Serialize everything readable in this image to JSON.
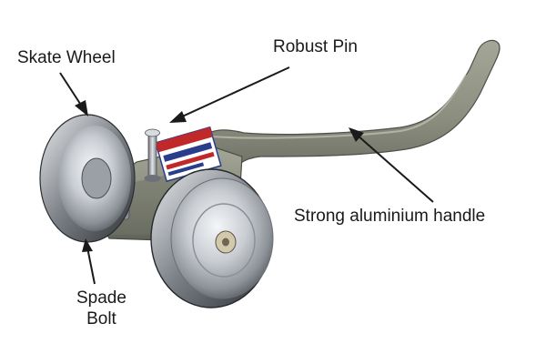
{
  "labels": {
    "skate_wheel": "Skate Wheel",
    "robust_pin": "Robust Pin",
    "handle": "Strong aluminium handle",
    "spade_bolt_line1": "Spade",
    "spade_bolt_line2": "Bolt"
  },
  "colors": {
    "background": "#ffffff",
    "aluminium": "#8c8f80",
    "chrome": "#c9cdd2",
    "label_red": "#c0282a",
    "label_blue": "#2a3c8c",
    "text": "#1a1a1a"
  }
}
